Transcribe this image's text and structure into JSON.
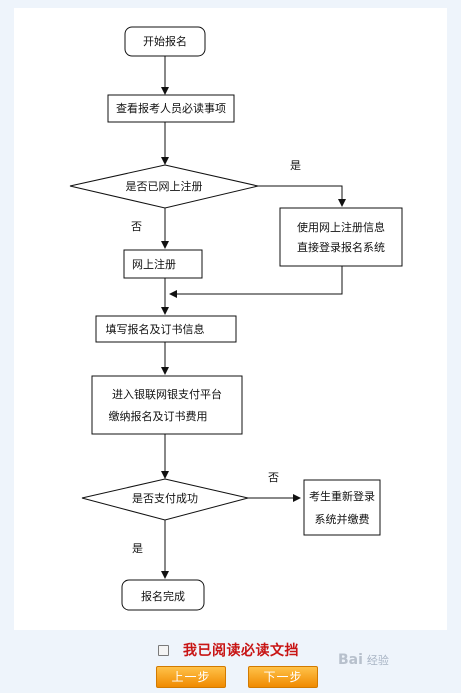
{
  "flowchart": {
    "nodes": {
      "start": "开始报名",
      "read_notice": "查看报考人员必读事项",
      "registered_q": "是否已网上注册",
      "use_registration": [
        "使用网上注册信息",
        "直接登录报名系统"
      ],
      "register_online": "网上注册",
      "fill_info": "填写报名及订书信息",
      "pay": [
        "进入银联网银支付平台",
        "缴纳报名及订书费用"
      ],
      "paid_q": "是否支付成功",
      "relogin": [
        "考生重新登录",
        "系统并缴费"
      ],
      "done": "报名完成"
    },
    "edge_labels": {
      "registered_yes": "是",
      "registered_no": "否",
      "paid_no": "否",
      "paid_yes": "是"
    }
  },
  "footer": {
    "agree_label": "我已阅读必读文挡",
    "prev_button": "上一步",
    "next_button": "下一步"
  },
  "watermark": {
    "logo": "Bai",
    "text": "经验"
  }
}
